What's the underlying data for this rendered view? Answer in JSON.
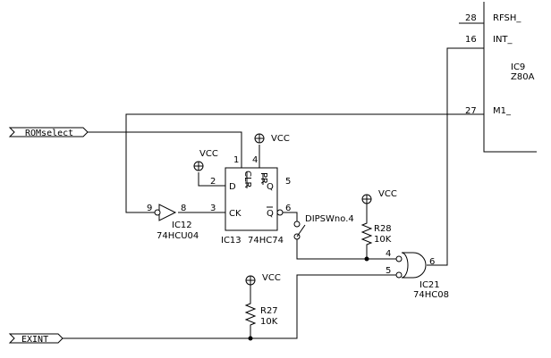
{
  "z80": {
    "name": "IC9",
    "part": "Z80A",
    "pins": [
      {
        "num": "28",
        "label": "RFSH_"
      },
      {
        "num": "16",
        "label": "INT_"
      },
      {
        "num": "27",
        "label": "M1_"
      }
    ]
  },
  "ports": {
    "romselect": "ROMselect",
    "exint": "EXINT"
  },
  "vcc": "VCC",
  "ic12": {
    "name": "IC12",
    "part": "74HCU04",
    "pin_in": "9",
    "pin_out": "8"
  },
  "ic13": {
    "name": "IC13",
    "part": "74HC74",
    "pin_clr": "1",
    "pin_pr": "4",
    "pin_d": "2",
    "pin_q": "5",
    "pin_ck": "3",
    "pin_qn": "6",
    "label_d": "D",
    "label_clr": "CLR",
    "label_pr": "PR",
    "label_q": "Q",
    "label_ck": "CK",
    "label_qn": "Q"
  },
  "switch": {
    "label": "DIPSWno.4"
  },
  "r28": {
    "name": "R28",
    "value": "10K"
  },
  "r27": {
    "name": "R27",
    "value": "10K"
  },
  "ic21": {
    "name": "IC21",
    "part": "74HC08",
    "pin_a": "4",
    "pin_b": "5",
    "pin_out": "6"
  }
}
